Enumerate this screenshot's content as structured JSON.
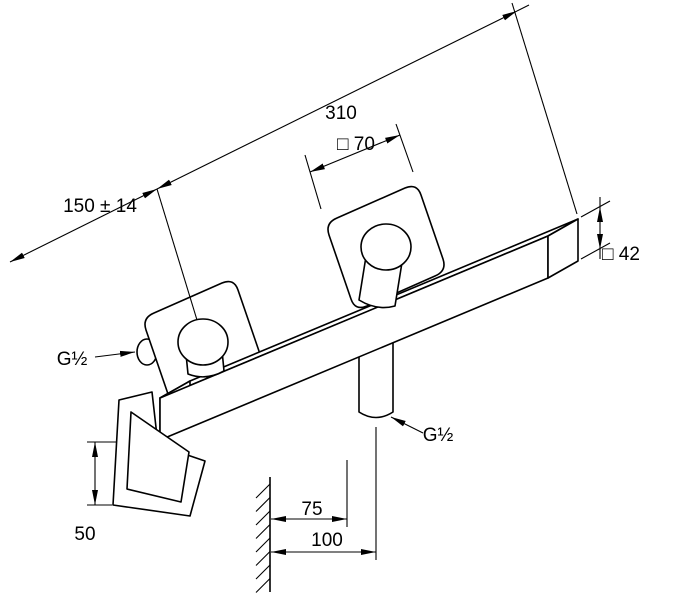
{
  "drawing": {
    "type": "technical-dimension-drawing",
    "subject": "wall-mounted single-lever shower mixer",
    "background_color": "#ffffff",
    "line_color": "#000000",
    "labels": {
      "overall_width": "310",
      "escutcheon_size": "□ 70",
      "connection_spacing": "150 ± 14",
      "body_section": "□ 42",
      "thread_left": "G½",
      "thread_bottom": "G½",
      "wall_to_front": "75",
      "wall_to_outlet": "100",
      "handle_height": "50"
    }
  }
}
